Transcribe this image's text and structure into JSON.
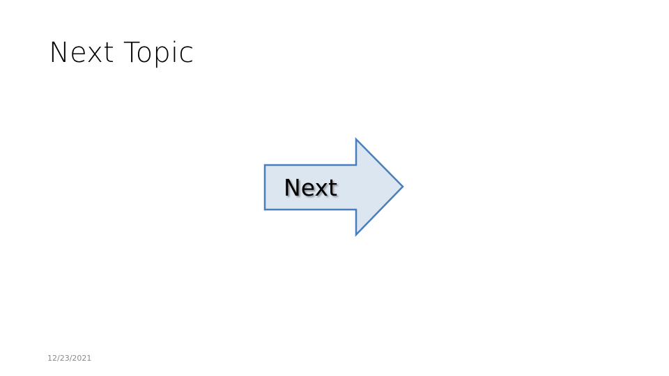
{
  "slide": {
    "background_color": "#FFFFFF",
    "title": "Next Topic",
    "footer_date": "12/23/2021"
  },
  "arrow": {
    "label": "Next",
    "icon_name": "right-block-arrow-icon",
    "fill_color": "#DCE6F1",
    "border_color": "#4A7EBB",
    "border_width": "2.5",
    "label_color": "#000000",
    "direction": "right"
  }
}
